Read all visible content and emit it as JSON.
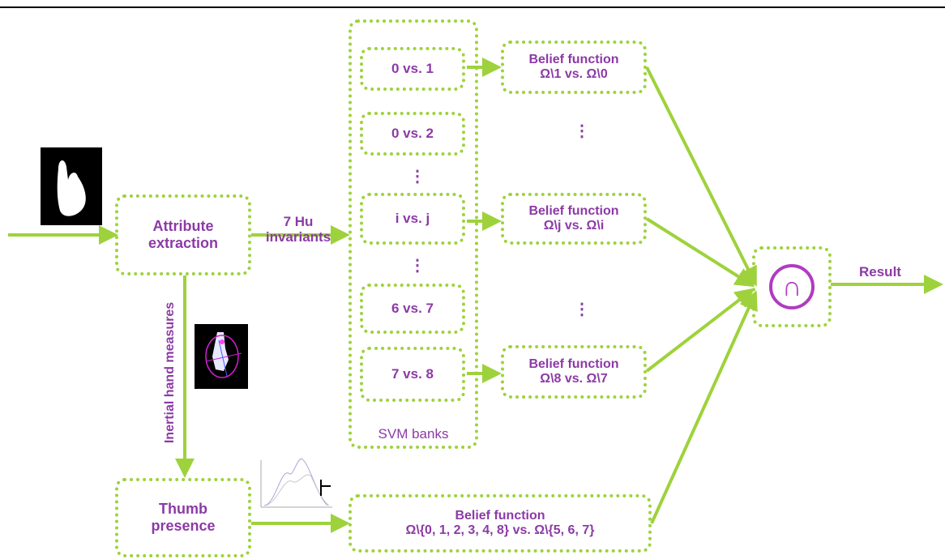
{
  "colors": {
    "box_border": "#9ed23c",
    "text": "#8c3aa6",
    "arrow": "#9ed23c"
  },
  "attribute_box": {
    "line1": "Attribute",
    "line2": "extraction"
  },
  "hu_label": {
    "line1": "7 Hu",
    "line2": "invariants"
  },
  "inertial_label": "Inertial hand measures",
  "thumb_box": {
    "line1": "Thumb",
    "line2": "presence"
  },
  "svm_label": "SVM banks",
  "svm_items": [
    "0 vs. 1",
    "0 vs. 2",
    "i vs. j",
    "6 vs. 7",
    "7 vs. 8"
  ],
  "ellipsis": "⋮",
  "belief_boxes": [
    {
      "line1": "Belief function",
      "line2": "Ω\\1 vs. Ω\\0"
    },
    {
      "line1": "Belief function",
      "line2": "Ω\\j vs. Ω\\i"
    },
    {
      "line1": "Belief function",
      "line2": "Ω\\8 vs. Ω\\7"
    }
  ],
  "belief_bottom": {
    "line1": "Belief function",
    "line2": "Ω\\{0, 1, 2, 3, 4, 8} vs. Ω\\{5, 6, 7}"
  },
  "intersection_symbol": "∩",
  "result_label": "Result"
}
